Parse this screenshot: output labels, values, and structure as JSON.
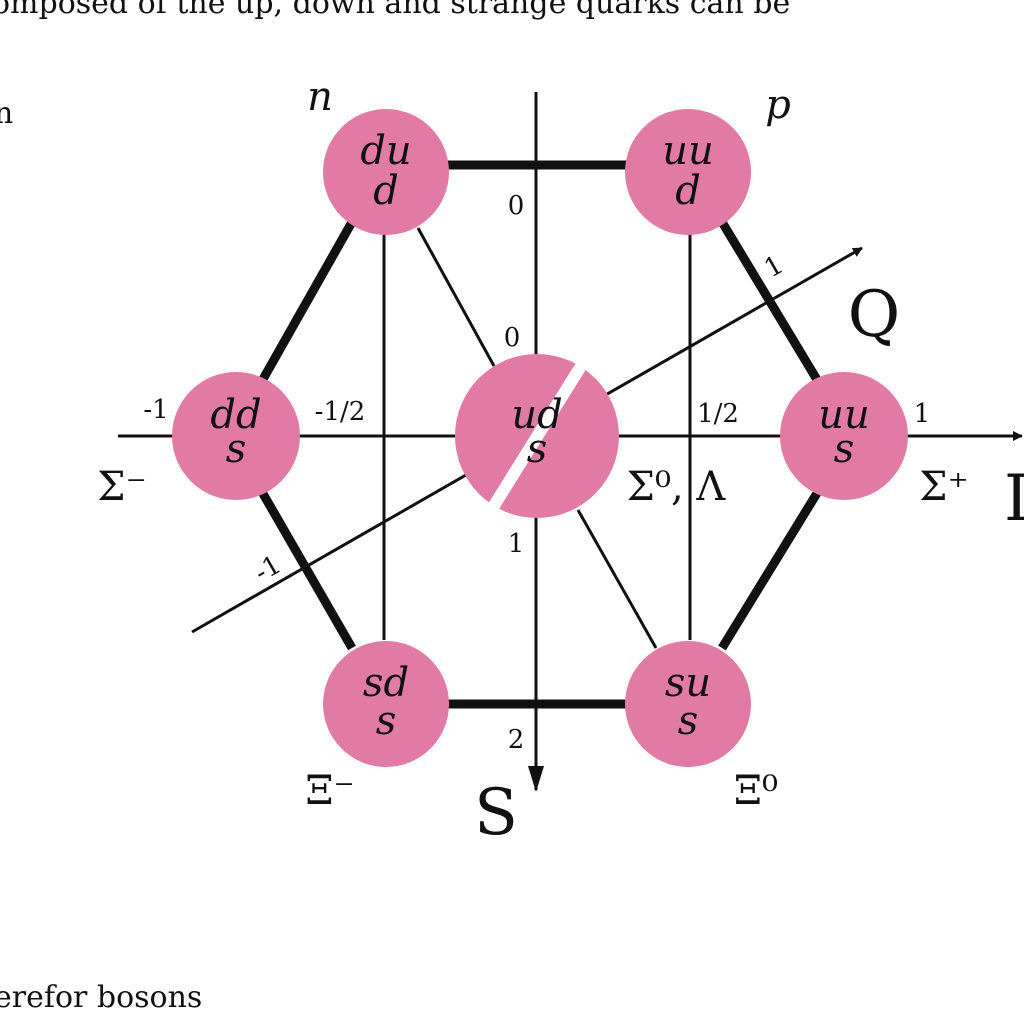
{
  "page": {
    "top_line": "omposed of the up, down and strange quarks can be",
    "side_fragment": "n",
    "bottom_line": "erefor bosons"
  },
  "diagram": {
    "colors": {
      "particle_fill": "#e27aa6",
      "line": "#111111"
    },
    "particles": [
      {
        "id": "n",
        "top": "du",
        "bottom": "d",
        "name": "n"
      },
      {
        "id": "p",
        "top": "uu",
        "bottom": "d",
        "name": "p"
      },
      {
        "id": "sigma-minus",
        "top": "dd",
        "bottom": "s",
        "name": "Σ⁻"
      },
      {
        "id": "sigma0-lambda",
        "top": "ud",
        "bottom": "s",
        "name": "Σ⁰, Λ"
      },
      {
        "id": "sigma-plus",
        "top": "uu",
        "bottom": "s",
        "name": "Σ⁺"
      },
      {
        "id": "xi-minus",
        "top": "sd",
        "bottom": "s",
        "name": "Ξ⁻"
      },
      {
        "id": "xi0",
        "top": "su",
        "bottom": "s",
        "name": "Ξ⁰"
      }
    ],
    "axes": {
      "I": {
        "label": "I",
        "ticks": [
          "-1",
          "-1/2",
          "1/2",
          "1"
        ]
      },
      "S": {
        "label": "S",
        "ticks": [
          "0",
          "0",
          "1",
          "2"
        ]
      },
      "Q": {
        "label": "Q",
        "ticks": [
          "1",
          "-1"
        ]
      }
    }
  }
}
